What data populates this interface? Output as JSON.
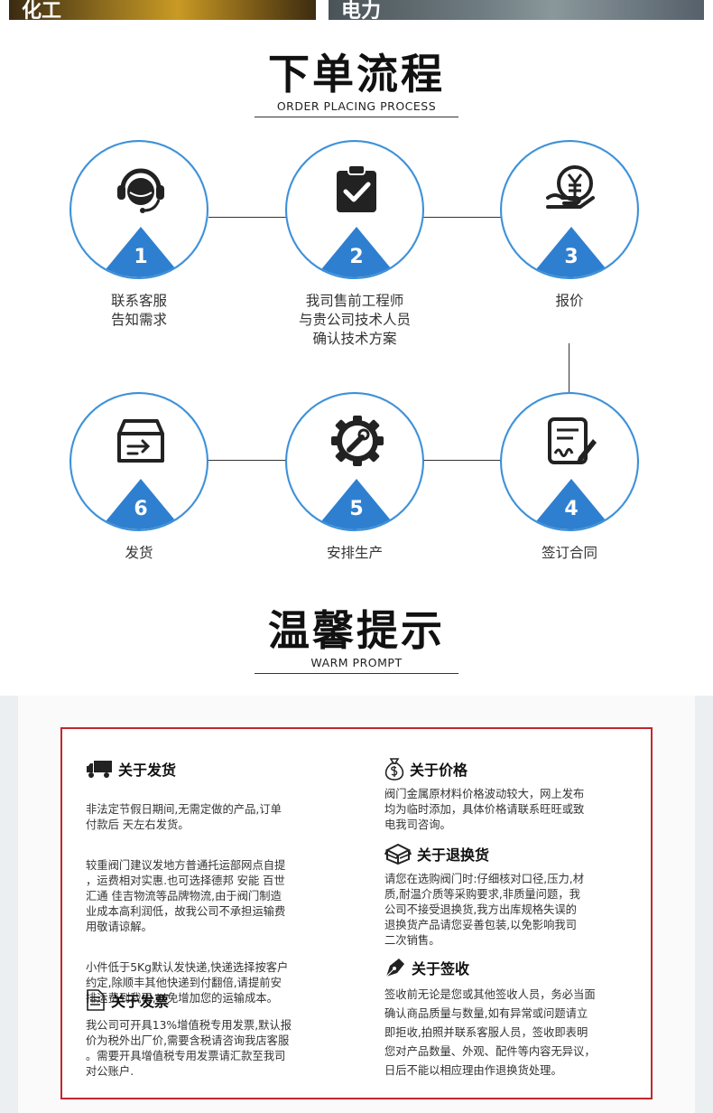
{
  "photos": {
    "left_label": "化工",
    "right_label": "电力"
  },
  "order_process": {
    "title": "下单流程",
    "subtitle": "ORDER PLACING PROCESS",
    "steps": [
      {
        "num": "1",
        "label": "联系客服\n告知需求",
        "icon": "customer-service-headset-icon"
      },
      {
        "num": "2",
        "label": "我司售前工程师\n与贵公司技术人员\n确认技术方案",
        "icon": "clipboard-check-icon"
      },
      {
        "num": "3",
        "label": "报价",
        "icon": "yen-coin-hand-icon"
      },
      {
        "num": "4",
        "label": "签订合同",
        "icon": "contract-sign-icon"
      },
      {
        "num": "5",
        "label": "安排生产",
        "icon": "gear-wrench-icon"
      },
      {
        "num": "6",
        "label": "发货",
        "icon": "shipping-box-icon"
      }
    ],
    "colors": {
      "accent": "#2f7fd0",
      "ring": "#3b8fd8"
    }
  },
  "warm_prompt": {
    "title": "温馨提示",
    "subtitle": "WARM PROMPT",
    "border_color": "#c0272d",
    "shipping": {
      "heading": "关于发货",
      "icon": "truck-icon",
      "paragraphs": [
        "非法定节假日期间,无需定做的产品,订单\n付款后  天左右发货。",
        "较重阀门建议发地方普通托运部网点自提\n，运费相对实惠.也可选择德邦 安能 百世\n汇通 佳吉物流等品牌物流,由于阀门制造\n业成本高利润低，故我公司不承担运输费\n用敬请谅解。",
        "小件低于5Kg默认发快递,快递选择按客户\n约定,除顺丰其他快递到付翻倍,请提前安\n排运费到我司,以免增加您的运输成本。"
      ]
    },
    "invoice": {
      "heading": "关于发票",
      "icon": "document-icon",
      "text": "我公司可开具13%增值税专用发票,默认报\n价为税外出厂价,需要含税请咨询我店客服\n。需要开具增值税专用发票请汇款至我司\n对公账户."
    },
    "price": {
      "heading": "关于价格",
      "icon": "money-bag-icon",
      "text": "阀门金属原材料价格波动较大，网上发布\n均为临时添加，具体价格请联系旺旺或致\n电我司咨询。"
    },
    "return": {
      "heading": "关于退换货",
      "icon": "open-box-icon",
      "text": "请您在选购阀门时:仔细核对口径,压力,材\n质,耐温介质等采购要求,非质量问题，我\n公司不接受退换货,我方出库规格失误的\n退换货产品请您妥善包装,以免影响我司\n二次销售。"
    },
    "receipt": {
      "heading": "关于签收",
      "icon": "pen-nib-icon",
      "text": "签收前无论是您或其他签收人员，务必当面\n确认商品质量与数量,如有异常或问题请立\n即拒收,拍照并联系客服人员，签收即表明\n您对产品数量、外观、配件等内容无异议，\n日后不能以相应理由作退换货处理。"
    }
  }
}
